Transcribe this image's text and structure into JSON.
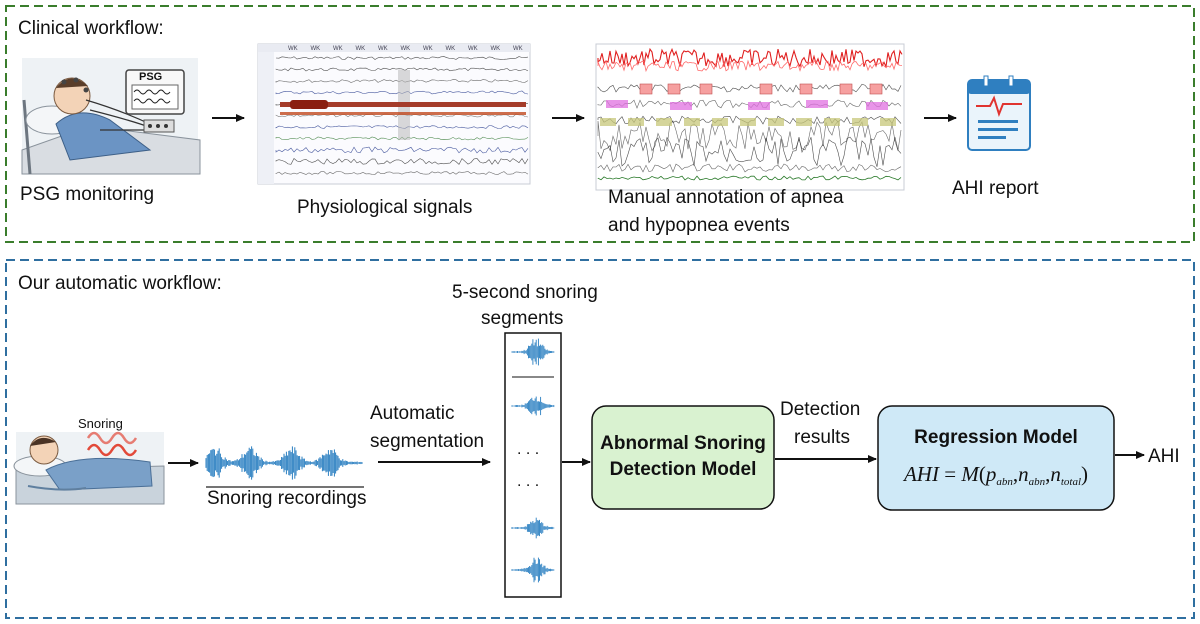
{
  "clinical": {
    "title": "Clinical workflow:",
    "psg_badge": "PSG",
    "steps": [
      "PSG monitoring",
      "Physiological signals",
      "Manual  annotation of apnea",
      "and hypopnea events",
      "AHI report"
    ],
    "signal_ticks": [
      "WK",
      "WK",
      "WK",
      "WK",
      "WK",
      "WK",
      "WK",
      "WK",
      "WK",
      "WK",
      "WK"
    ]
  },
  "automatic": {
    "title": "Our automatic workflow:",
    "snoring_label": "Snoring",
    "recordings_label": "Snoring recordings",
    "segmentation_label": [
      "Automatic",
      "segmentation"
    ],
    "segments_label": [
      "5-second snoring",
      "segments"
    ],
    "detection_model": [
      "Abnormal Snoring",
      "Detection Model"
    ],
    "detection_results": [
      "Detection",
      "results"
    ],
    "regression_title": "Regression Model",
    "formula": {
      "lhs": "AHI",
      "eq": " = ",
      "fn": "M",
      "open": "(",
      "p": "p",
      "p_sub": "abn",
      "c1": ",",
      "n1": "n",
      "n1_sub": "abn",
      "c2": ",",
      "n2": "n",
      "n2_sub": "total",
      "close": ")"
    },
    "output": "AHI",
    "ellipsis": ". . ."
  },
  "colors": {
    "clinical_border": "#3a7d2c",
    "auto_border": "#2f6fa0",
    "detect_fill": "#d9f2d0",
    "regress_fill": "#cfe9f7",
    "wave": "#2a7fc1",
    "arrow": "#111111"
  }
}
